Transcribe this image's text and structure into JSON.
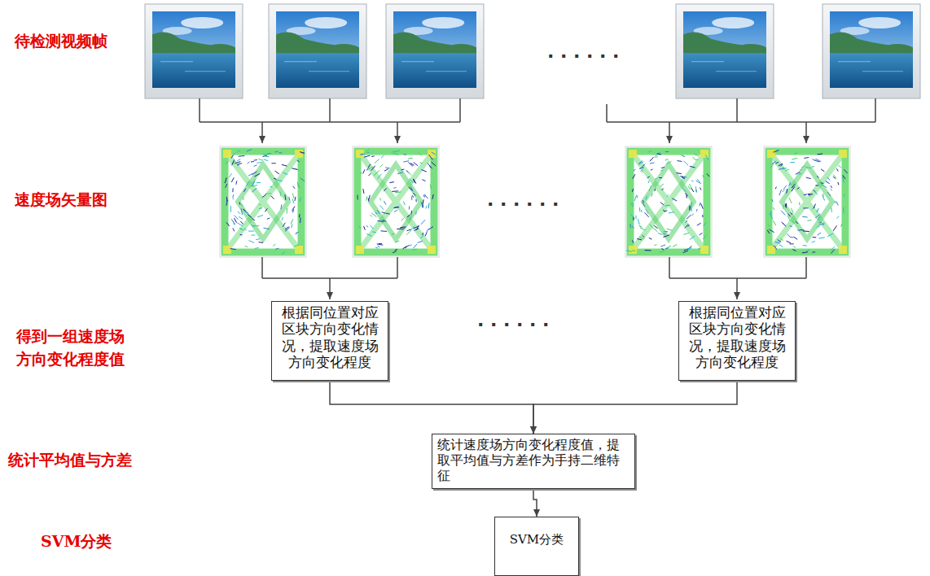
{
  "diagram": {
    "nodes": [
      {
        "text": [
          "根据同位置对应区块方向变化情况，提取速度场方向变化程度"
        ]
      },
      {
        "text": [
          "根据同位置对应区块方向变化情况，提取速度场方向变化程度"
        ]
      },
      {
        "text": [
          "统计速度场方向变化程度值，提取平均值与方差作为手持二维特征"
        ]
      },
      {
        "text": [
          "SVM分类"
        ]
      }
    ],
    "edges": [
      {
        "from": 0,
        "to": 2,
        "arrow": "to"
      },
      {
        "from": 1,
        "to": 2,
        "arrow": "to"
      },
      {
        "from": 2,
        "to": 3,
        "arrow": "to"
      }
    ],
    "labels": [
      "待检测视频帧",
      "· · · · · ·",
      "速度场矢量图",
      "· · · · · ·",
      "得到一组速度场方向变化程度值",
      "· · · · · ·",
      "统计平均值与方差",
      "SVM分类"
    ]
  }
}
